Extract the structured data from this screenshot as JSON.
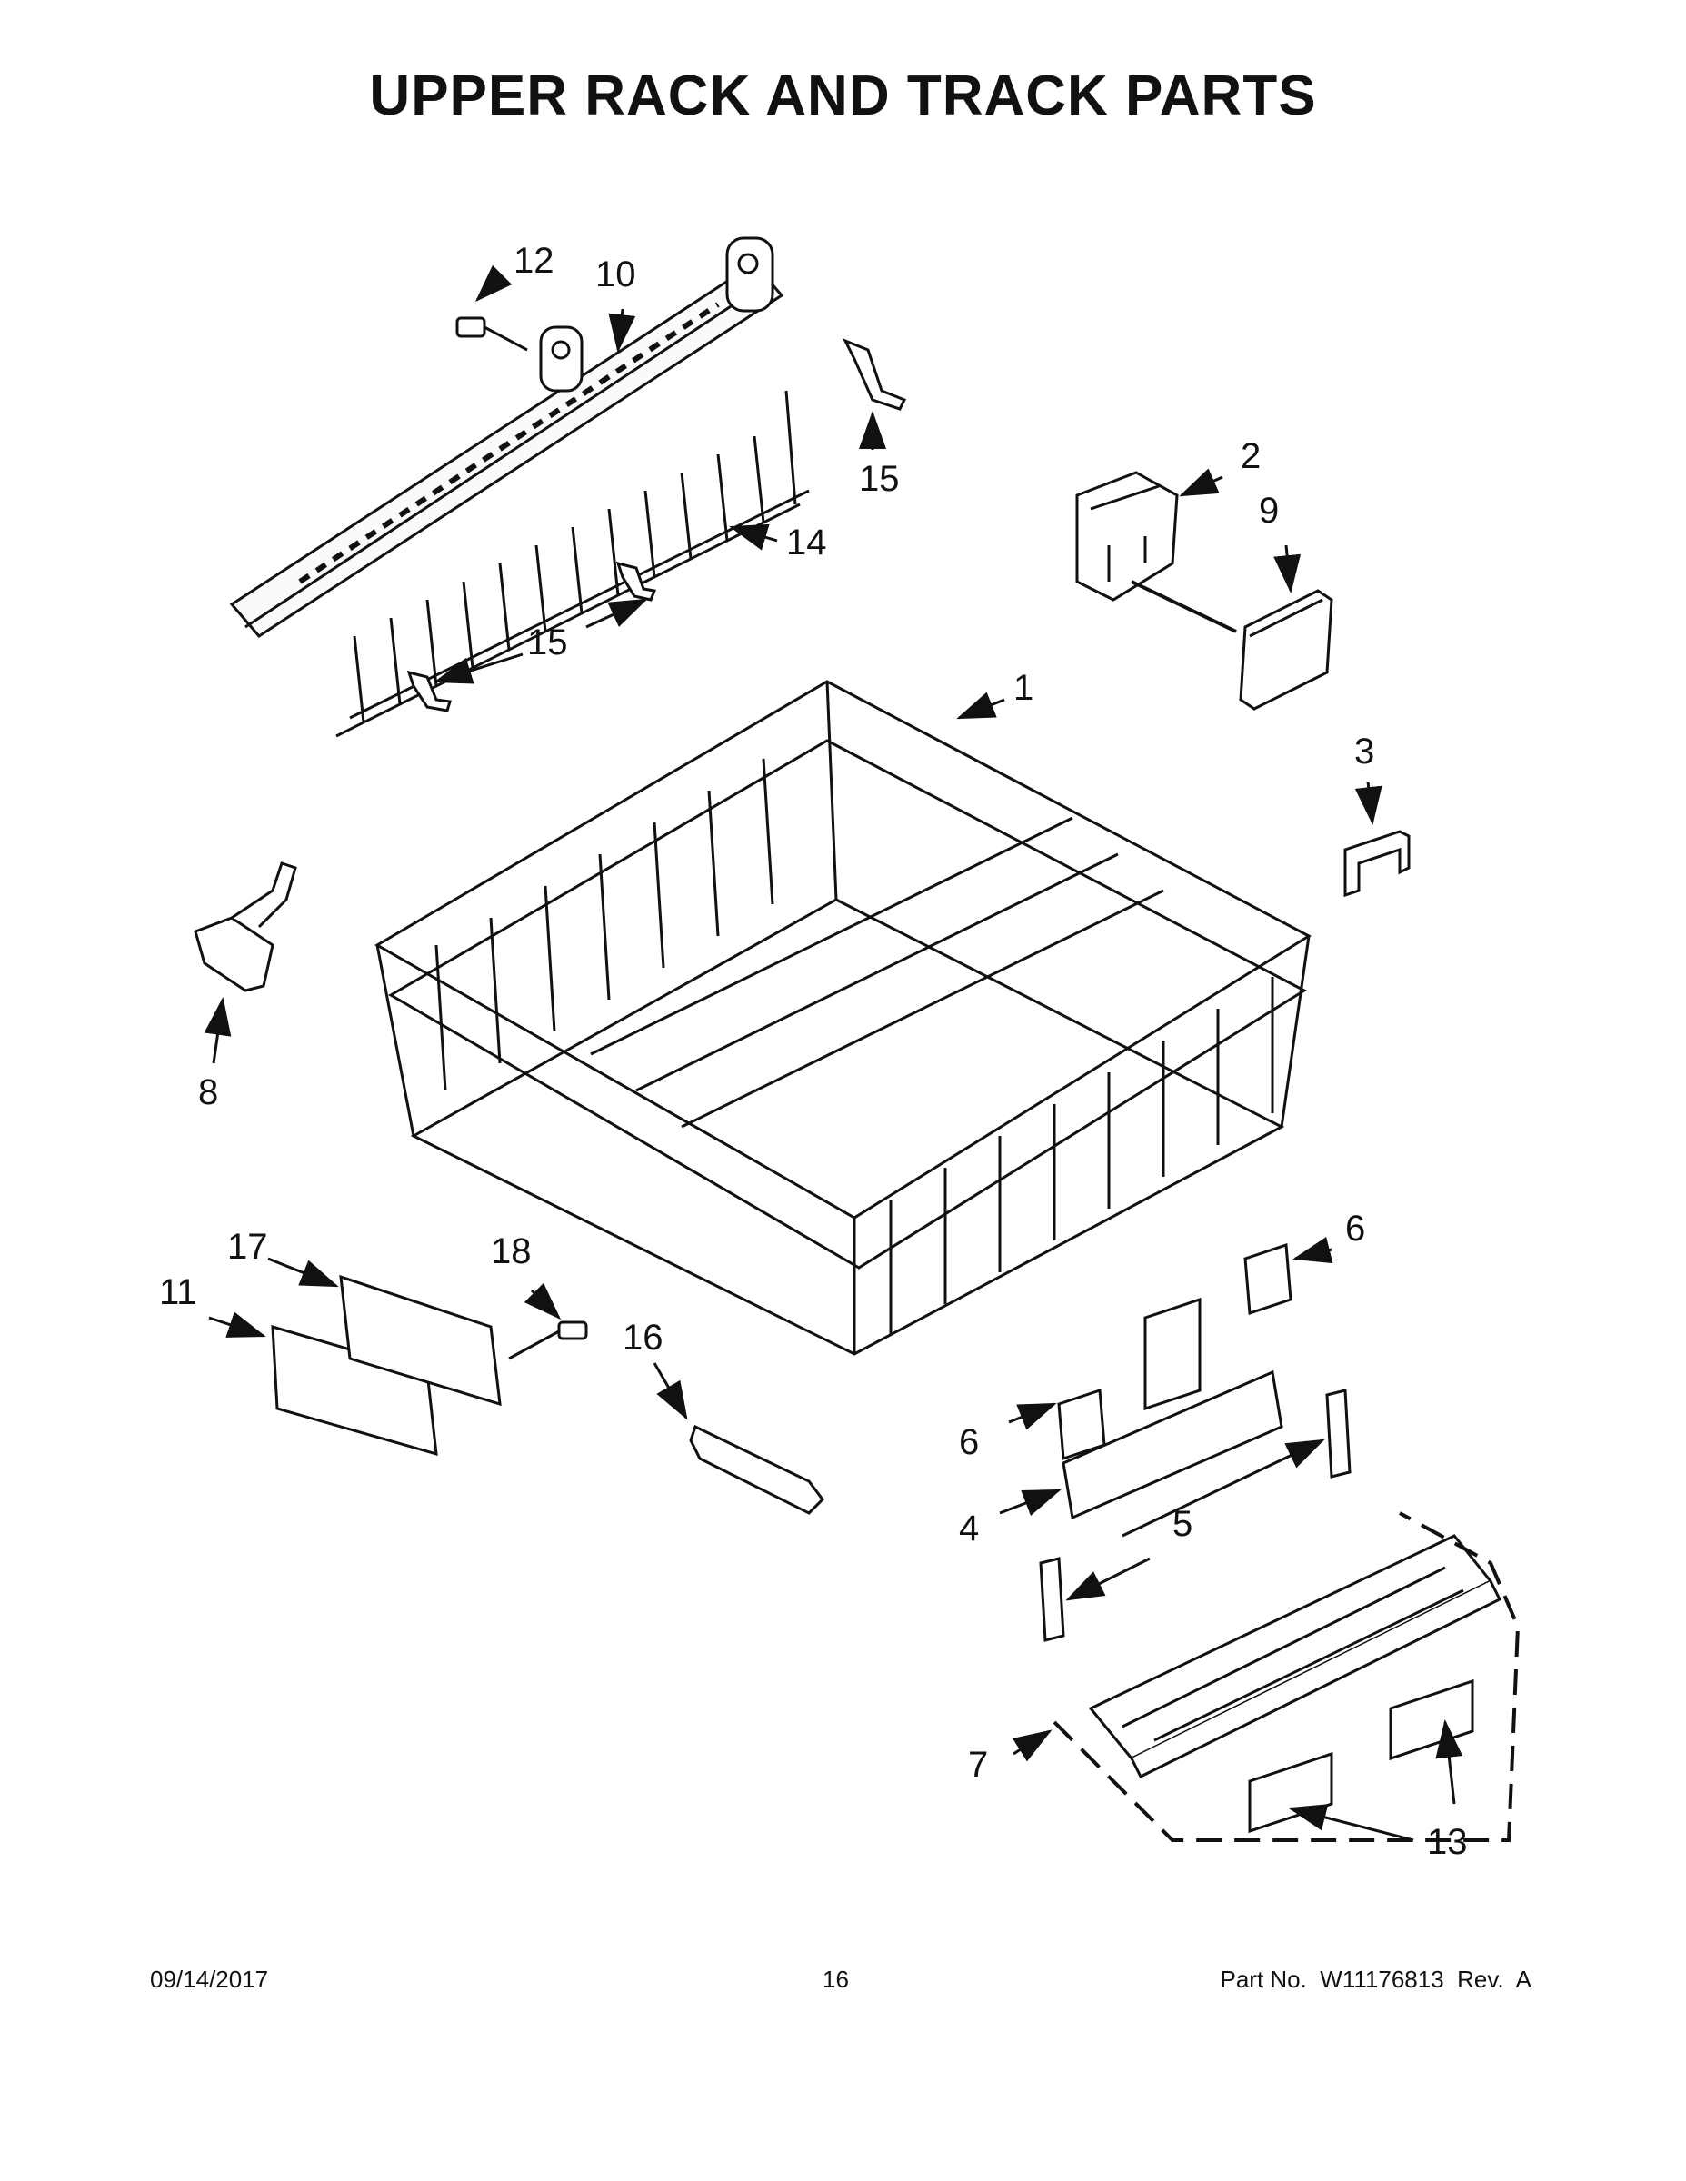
{
  "page": {
    "title": "UPPER RACK AND TRACK PARTS"
  },
  "callouts": {
    "c1": "1",
    "c2": "2",
    "c3": "3",
    "c4": "4",
    "c5": "5",
    "c6a": "6",
    "c6b": "6",
    "c7": "7",
    "c8": "8",
    "c9": "9",
    "c10": "10",
    "c11": "11",
    "c12": "12",
    "c13": "13",
    "c14": "14",
    "c15a": "15",
    "c15b": "15",
    "c16": "16",
    "c17": "17",
    "c18": "18"
  },
  "footer": {
    "date": "09/14/2017",
    "page_number": "16",
    "part_number": "Part No.  W11176813  Rev.  A"
  }
}
